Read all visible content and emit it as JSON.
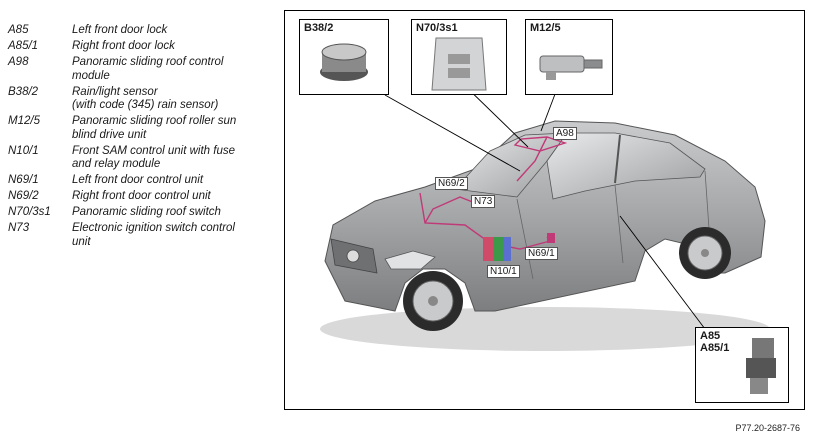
{
  "legend": [
    {
      "code": "A85",
      "desc": "Left front door lock"
    },
    {
      "code": "A85/1",
      "desc": "Right front door lock"
    },
    {
      "code": "A98",
      "desc": "Panoramic sliding roof control\nmodule"
    },
    {
      "code": "B38/2",
      "desc": "Rain/light sensor\n(with code (345) rain sensor)"
    },
    {
      "code": "M12/5",
      "desc": "Panoramic sliding roof roller sun\nblind drive unit"
    },
    {
      "code": "N10/1",
      "desc": "Front SAM control unit with fuse\nand relay module"
    },
    {
      "code": "N69/1",
      "desc": "Left front door control unit"
    },
    {
      "code": "N69/2",
      "desc": "Right front door control unit"
    },
    {
      "code": "N70/3s1",
      "desc": "Panoramic sliding roof switch"
    },
    {
      "code": "N73",
      "desc": "Electronic ignition switch control\nunit"
    }
  ],
  "figure": {
    "callouts": {
      "b38_2": "B38/2",
      "n70_3s1": "N70/3s1",
      "m12_5": "M12/5",
      "a85": "A85\nA85/1"
    },
    "tags": {
      "a98": "A98",
      "n69_2": "N69/2",
      "n73": "N73",
      "n10_1": "N10/1",
      "n69_1": "N69/1"
    },
    "colors": {
      "car_body": "#a7a9ab",
      "wiring": "#c03a78",
      "module_green": "#3a9a4a",
      "module_blue": "#5a6fd0",
      "module_red": "#d04a6a"
    }
  },
  "reference": "P77.20-2687-76"
}
